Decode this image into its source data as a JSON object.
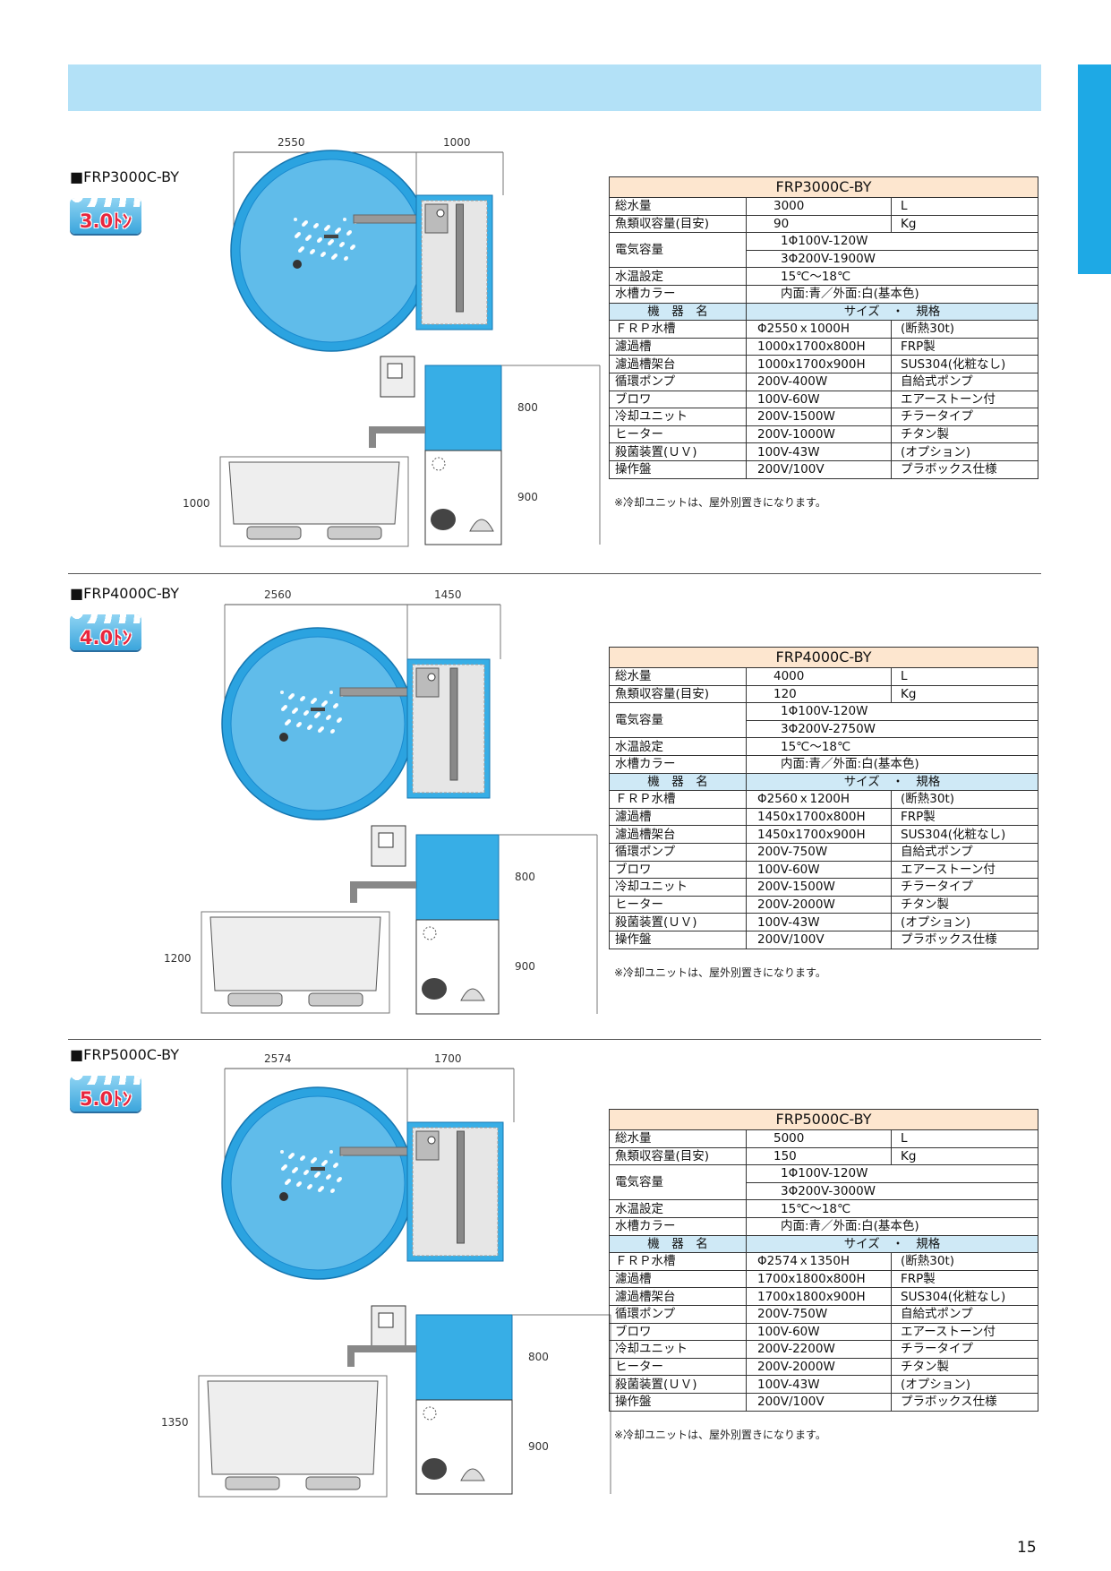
{
  "page_number": "15",
  "colors": {
    "band": "#b3e1f7",
    "tab": "#1ea9e5",
    "water": "#39aee6",
    "title_row": "#fde6cf",
    "header_row": "#cfe9f6"
  },
  "note": "※冷却ユニットは、屋外別置きになります。",
  "spec_labels": {
    "total_water": "総水量",
    "fish_capacity": "魚類収容量(目安)",
    "power": "電気容量",
    "temp": "水温設定",
    "color": "水槽カラー",
    "equip_name": "機　器　名",
    "size_spec": "サイズ　・　規格",
    "frp_tank": "ＦＲＰ水槽",
    "filter_tank": "濾過槽",
    "filter_stand": "濾過槽架台",
    "pump": "循環ポンプ",
    "blower": "ブロワ",
    "cooler": "冷却ユニット",
    "heater": "ヒーター",
    "uv": "殺菌装置(ＵＶ)",
    "panel": "操作盤"
  },
  "sections": [
    {
      "label": "■FRP3000C-BY",
      "ton": "3.0ﾄﾝ",
      "title": "FRP3000C-BY",
      "dims": {
        "tank_w": "2550",
        "filter_w": "1000",
        "filter_h": "800",
        "stand_h": "900",
        "tank_h": "1000"
      },
      "total_water": "3000",
      "water_unit": "L",
      "fish": "90",
      "fish_unit": "Kg",
      "power1": "1Φ100V-120W",
      "power2": "3Φ200V-1900W",
      "temp_val": "15℃～18℃",
      "color_val": "内面:青／外面:白(基本色)",
      "rows": [
        [
          "Φ2550ｘ1000H",
          "(断熱30t)"
        ],
        [
          "1000x1700x800H",
          "FRP製"
        ],
        [
          "1000x1700x900H",
          "SUS304(化粧なし)"
        ],
        [
          "200V-400W",
          "自給式ポンプ"
        ],
        [
          "100V-60W",
          "エアーストーン付"
        ],
        [
          "200V-1500W",
          "チラータイプ"
        ],
        [
          "200V-1000W",
          "チタン製"
        ],
        [
          "100V-43W",
          "(オプション)"
        ],
        [
          "200V/100V",
          "プラボックス仕様"
        ]
      ]
    },
    {
      "label": "■FRP4000C-BY",
      "ton": "4.0ﾄﾝ",
      "title": "FRP4000C-BY",
      "dims": {
        "tank_w": "2560",
        "filter_w": "1450",
        "filter_h": "800",
        "stand_h": "900",
        "tank_h": "1200"
      },
      "total_water": "4000",
      "water_unit": "L",
      "fish": "120",
      "fish_unit": "Kg",
      "power1": "1Φ100V-120W",
      "power2": "3Φ200V-2750W",
      "temp_val": "15℃～18℃",
      "color_val": "内面:青／外面:白(基本色)",
      "rows": [
        [
          "Φ2560ｘ1200H",
          "(断熱30t)"
        ],
        [
          "1450x1700x800H",
          "FRP製"
        ],
        [
          "1450x1700x900H",
          "SUS304(化粧なし)"
        ],
        [
          "200V-750W",
          "自給式ポンプ"
        ],
        [
          "100V-60W",
          "エアーストーン付"
        ],
        [
          "200V-1500W",
          "チラータイプ"
        ],
        [
          "200V-2000W",
          "チタン製"
        ],
        [
          "100V-43W",
          "(オプション)"
        ],
        [
          "200V/100V",
          "プラボックス仕様"
        ]
      ]
    },
    {
      "label": "■FRP5000C-BY",
      "ton": "5.0ﾄﾝ",
      "title": "FRP5000C-BY",
      "dims": {
        "tank_w": "2574",
        "filter_w": "1700",
        "filter_h": "800",
        "stand_h": "900",
        "tank_h": "1350"
      },
      "total_water": "5000",
      "water_unit": "L",
      "fish": "150",
      "fish_unit": "Kg",
      "power1": "1Φ100V-120W",
      "power2": "3Φ200V-3000W",
      "temp_val": "15℃～18℃",
      "color_val": "内面:青／外面:白(基本色)",
      "rows": [
        [
          "Φ2574ｘ1350H",
          "(断熱30t)"
        ],
        [
          "1700x1800x800H",
          "FRP製"
        ],
        [
          "1700x1800x900H",
          "SUS304(化粧なし)"
        ],
        [
          "200V-750W",
          "自給式ポンプ"
        ],
        [
          "100V-60W",
          "エアーストーン付"
        ],
        [
          "200V-2200W",
          "チラータイプ"
        ],
        [
          "200V-2000W",
          "チタン製"
        ],
        [
          "100V-43W",
          "(オプション)"
        ],
        [
          "200V/100V",
          "プラボックス仕様"
        ]
      ]
    }
  ]
}
